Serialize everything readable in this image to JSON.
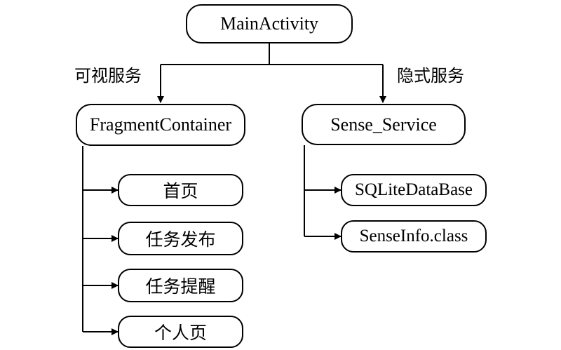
{
  "nodes": {
    "main_activity": "MainActivity",
    "fragment_container": "FragmentContainer",
    "sense_service": "Sense_Service",
    "home": "首页",
    "task_publish": "任务发布",
    "task_reminder": "任务提醒",
    "personal_page": "个人页",
    "sqlite_database": "SQLiteDataBase",
    "sense_info_class": "SenseInfo.class"
  },
  "edge_labels": {
    "visible_service": "可视服务",
    "implicit_service": "隐式服务"
  }
}
